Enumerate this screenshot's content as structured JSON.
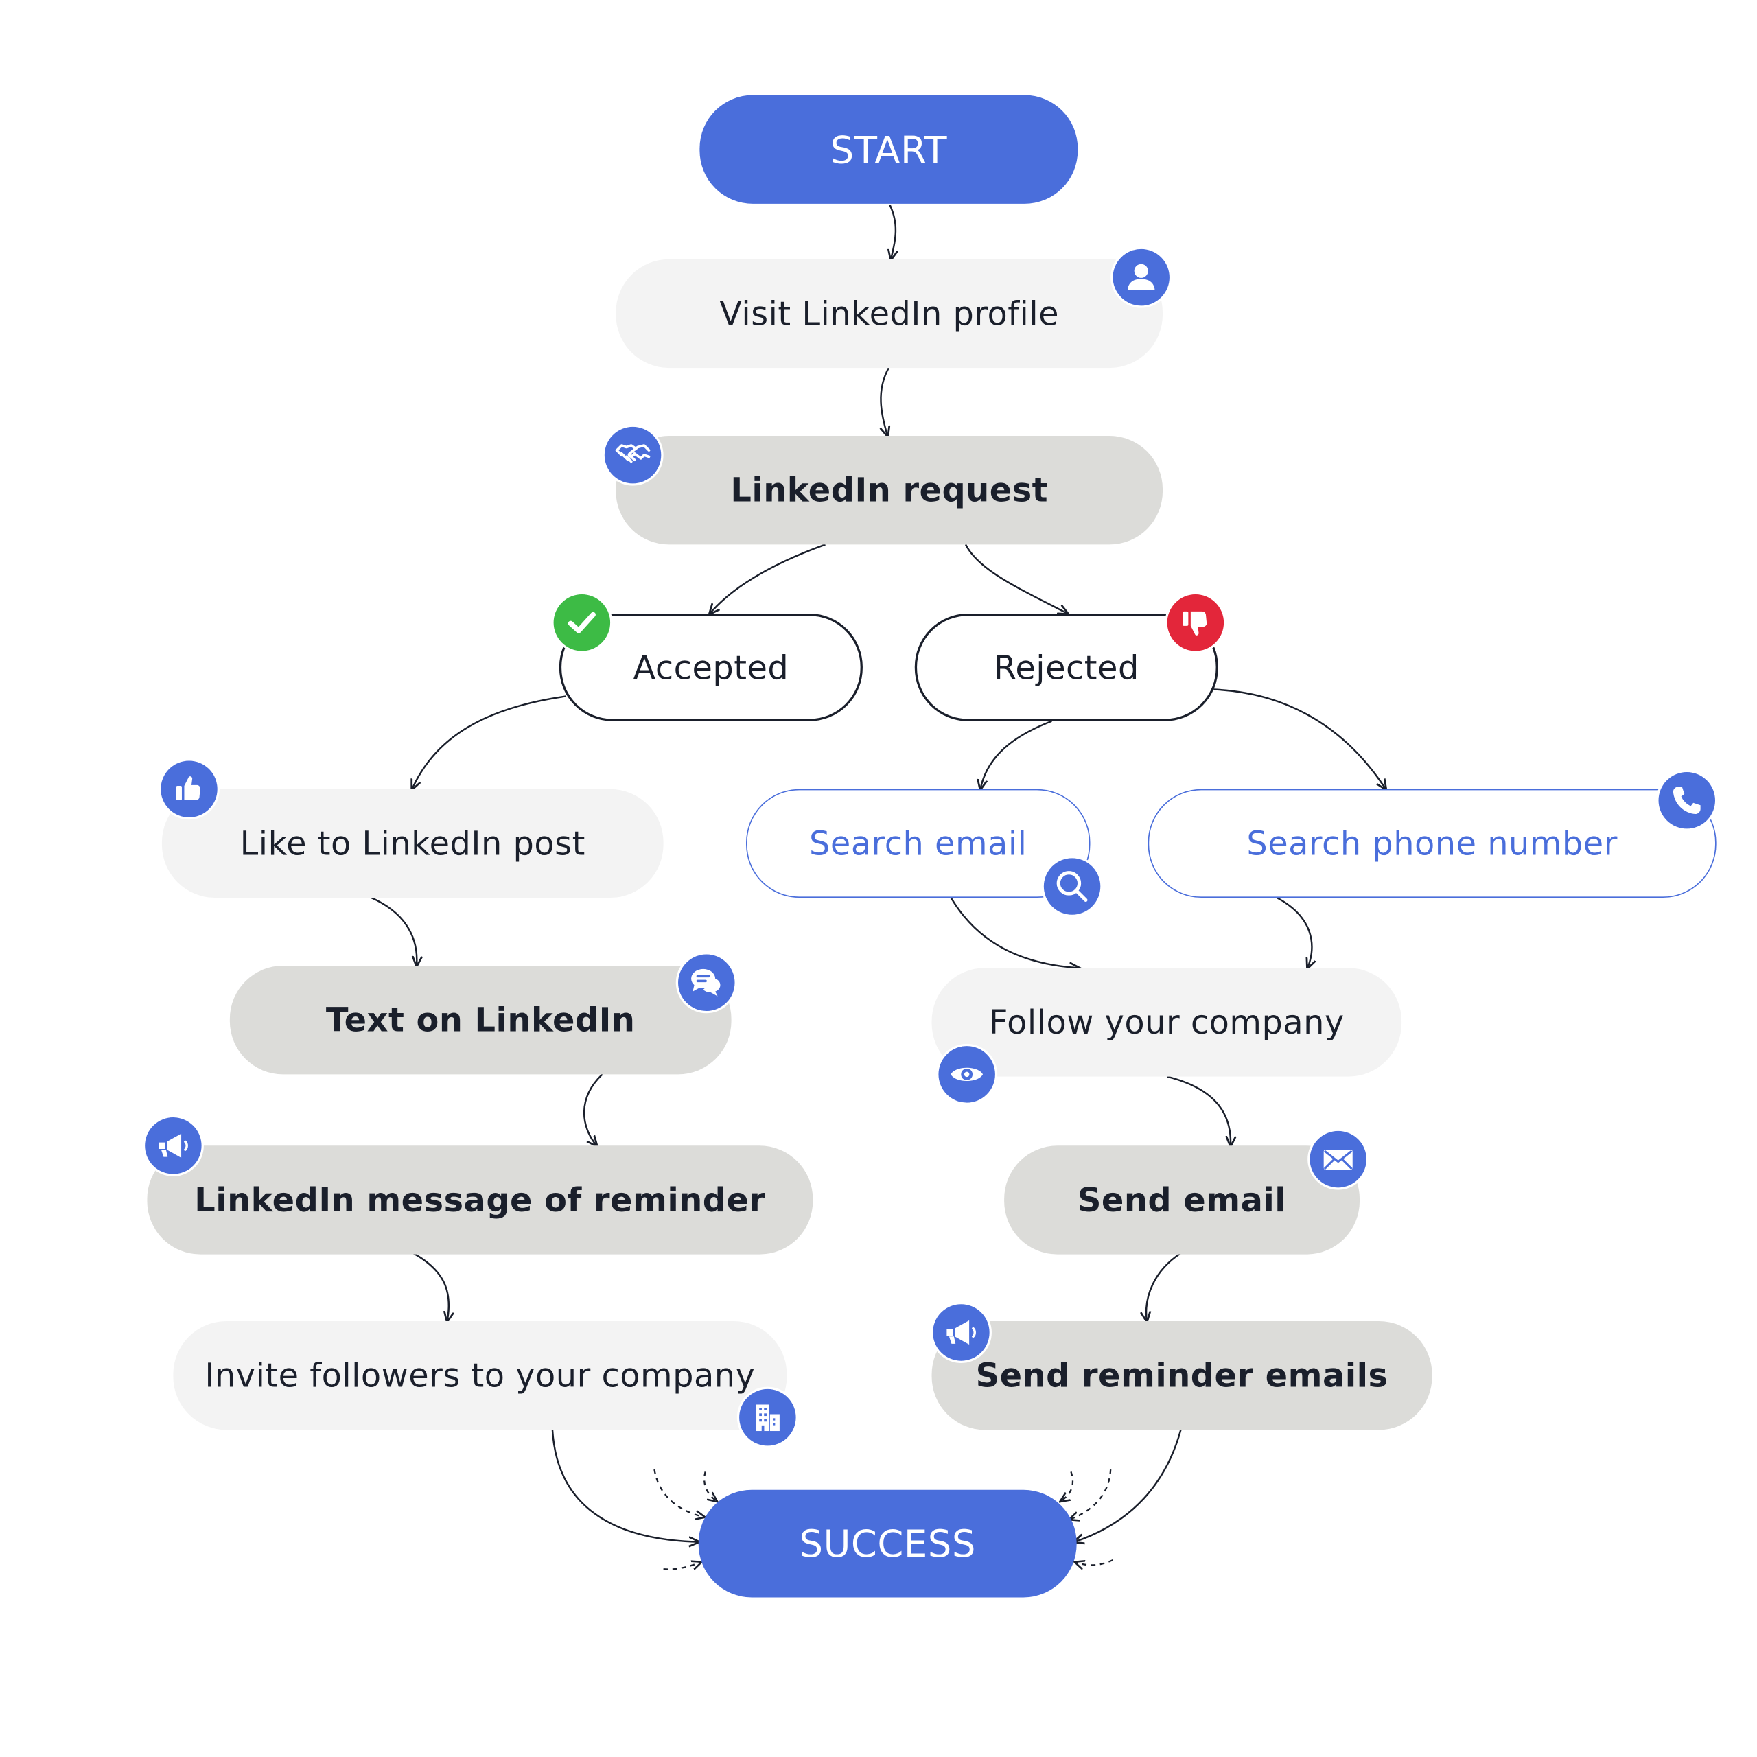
{
  "nodes": {
    "start": "START",
    "visit_profile": "Visit LinkedIn profile",
    "linkedin_request": "LinkedIn request",
    "accepted": "Accepted",
    "rejected": "Rejected",
    "like_post": "Like to LinkedIn post",
    "search_email": "Search email",
    "search_phone": "Search phone number",
    "text_linkedin": "Text on LinkedIn",
    "follow_company": "Follow your company",
    "message_reminder": "LinkedIn message of reminder",
    "send_email": "Send email",
    "invite_followers": "Invite followers to your company",
    "send_reminders": "Send reminder emails",
    "success": "SUCCESS"
  },
  "icons": {
    "visit_profile": "user-icon",
    "linkedin_request": "handshake-icon",
    "accepted": "check-icon",
    "rejected": "thumbs-down-icon",
    "like_post": "thumbs-up-icon",
    "search_email": "magnifier-icon",
    "search_phone": "phone-icon",
    "text_linkedin": "chat-bubbles-icon",
    "follow_company": "eye-icon",
    "message_reminder": "megaphone-icon",
    "send_email": "envelope-icon",
    "invite_followers": "building-icon",
    "send_reminders": "megaphone-icon"
  },
  "colors": {
    "primary_blue": "#4a6edb",
    "light_node": "#f3f3f3",
    "gray_node": "#dcdcd9",
    "accepted_green": "#3dbb45",
    "rejected_red": "#e3263a",
    "text_dark": "#1a1f2b"
  }
}
